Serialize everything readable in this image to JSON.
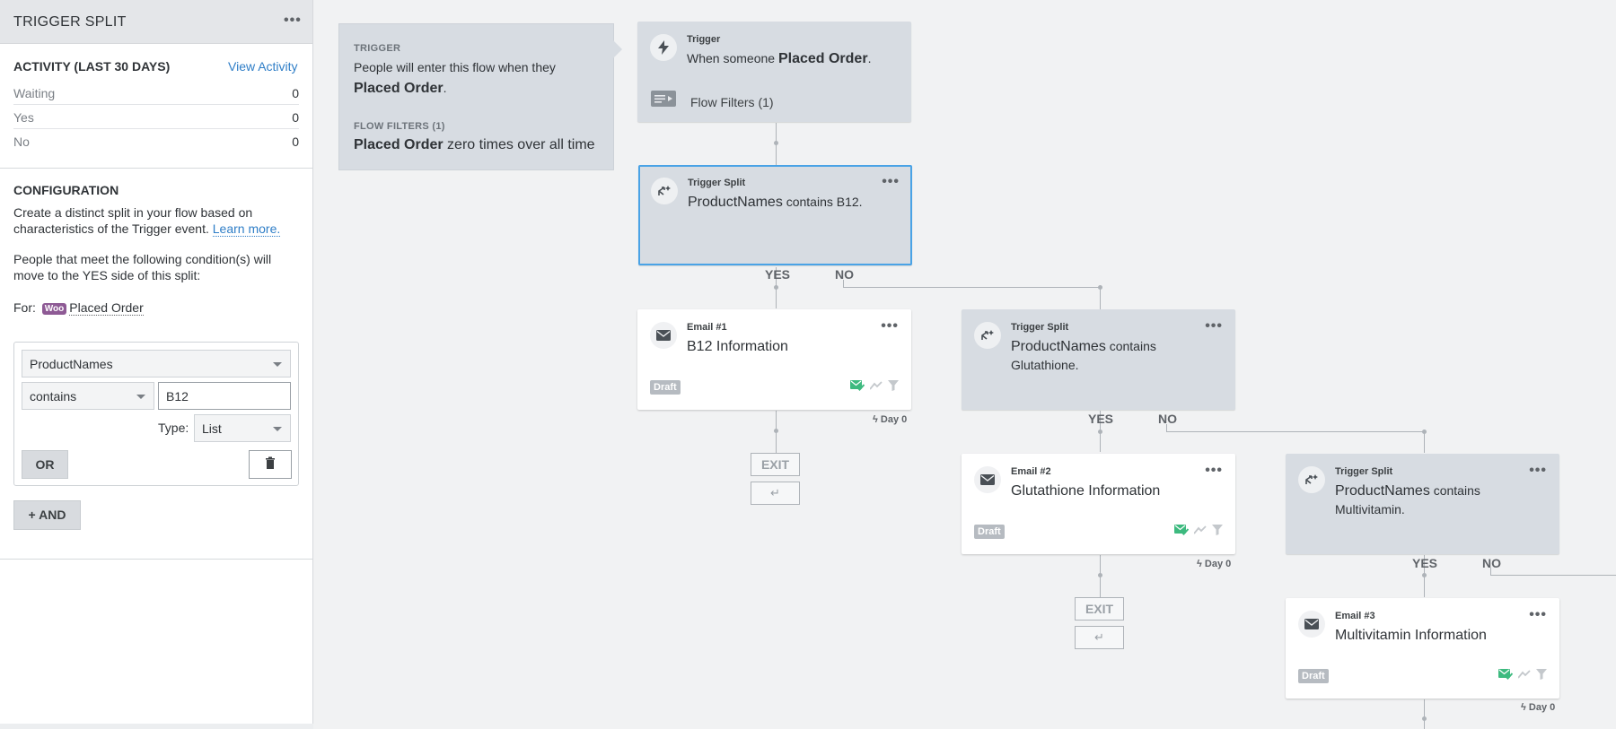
{
  "sidebar": {
    "title": "TRIGGER SPLIT",
    "activity": {
      "title": "ACTIVITY (LAST 30 DAYS)",
      "link": "View Activity",
      "rows": [
        {
          "label": "Waiting",
          "value": "0"
        },
        {
          "label": "Yes",
          "value": "0"
        },
        {
          "label": "No",
          "value": "0"
        }
      ]
    },
    "configuration": {
      "title": "CONFIGURATION",
      "description": "Create a distinct split in your flow based on characteristics of the Trigger event.",
      "learn_more": "Learn more.",
      "condition_intro": "People that meet the following condition(s) will move to the YES side of this split:",
      "for_label": "For:",
      "for_badge": "Woo",
      "for_event": "Placed Order"
    },
    "condition": {
      "property": "ProductNames",
      "operator": "contains",
      "value": "B12",
      "type_label": "Type:",
      "type_value": "List",
      "or_label": "OR",
      "and_label": "+ AND"
    }
  },
  "flow": {
    "trigger_desc": {
      "heading": "TRIGGER",
      "text_pre": "People will enter this flow when they",
      "text_bold": "Placed Order",
      "text_post": ".",
      "filters_heading": "FLOW FILTERS (1)",
      "filter_bold": "Placed Order",
      "filter_rest": " zero times over all time"
    },
    "trigger_node": {
      "type": "Trigger",
      "text_pre": "When someone ",
      "text_bold": "Placed Order",
      "text_post": ".",
      "filters": "Flow Filters (1)"
    },
    "split1": {
      "type": "Trigger Split",
      "prop": "ProductNames",
      "rest": " contains B12."
    },
    "split2": {
      "type": "Trigger Split",
      "prop": "ProductNames",
      "rest": " contains Glutathione."
    },
    "split3": {
      "type": "Trigger Split",
      "prop": "ProductNames",
      "rest": " contains Multivitamin."
    },
    "email1": {
      "type": "Email #1",
      "title": "B12 Information",
      "badge": "Draft",
      "delay": "Day 0"
    },
    "email2": {
      "type": "Email #2",
      "title": "Glutathione Information",
      "badge": "Draft",
      "delay": "Day 0"
    },
    "email3": {
      "type": "Email #3",
      "title": "Multivitamin Information",
      "badge": "Draft",
      "delay": "Day 0"
    },
    "yes_label": "YES",
    "no_label": "NO",
    "exit_label": "EXIT",
    "exit_icon": "↵"
  },
  "colors": {
    "accent": "#2f7ec7",
    "selected_border": "#4aa3e6",
    "node_gray": "#d7dce2",
    "success_green": "#3dba7f",
    "woo_purple": "#8e5a95"
  }
}
